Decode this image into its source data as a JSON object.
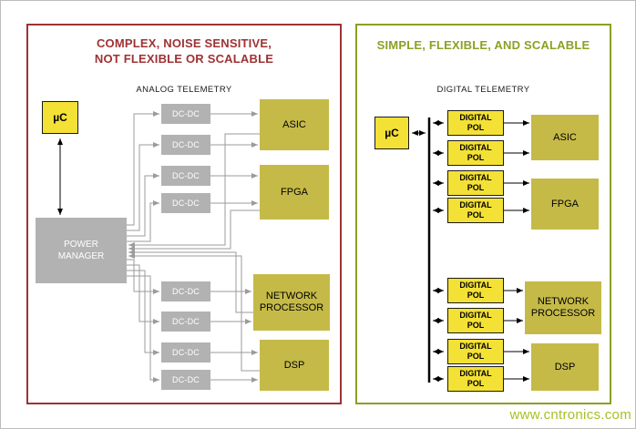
{
  "left_panel": {
    "title_line1": "COMPLEX, NOISE SENSITIVE,",
    "title_line2": "NOT FLEXIBLE OR SCALABLE",
    "subtitle": "ANALOG TELEMETRY",
    "uc_label": "µC",
    "power_manager_line1": "POWER",
    "power_manager_line2": "MANAGER",
    "converter_label": "DC-DC",
    "loads": {
      "asic": "ASIC",
      "fpga": "FPGA",
      "network_processor_line1": "NETWORK",
      "network_processor_line2": "PROCESSOR",
      "dsp": "DSP"
    }
  },
  "right_panel": {
    "title": "SIMPLE, FLEXIBLE, AND SCALABLE",
    "subtitle": "DIGITAL TELEMETRY",
    "uc_label": "µC",
    "pol_line1": "DIGITAL",
    "pol_line2": "POL",
    "loads": {
      "asic": "ASIC",
      "fpga": "FPGA",
      "network_processor_line1": "NETWORK",
      "network_processor_line2": "PROCESSOR",
      "dsp": "DSP"
    }
  },
  "watermark": "www.cntronics.com",
  "colors": {
    "left_accent": "#9e3233",
    "right_accent": "#8ca024",
    "yellow_box": "#f4e136",
    "gray_box": "#b2b2b2",
    "olive_box": "#c5ba48",
    "wire_gray": "#9b9b9b",
    "wire_black": "#000000",
    "watermark_green": "#a4c223"
  }
}
